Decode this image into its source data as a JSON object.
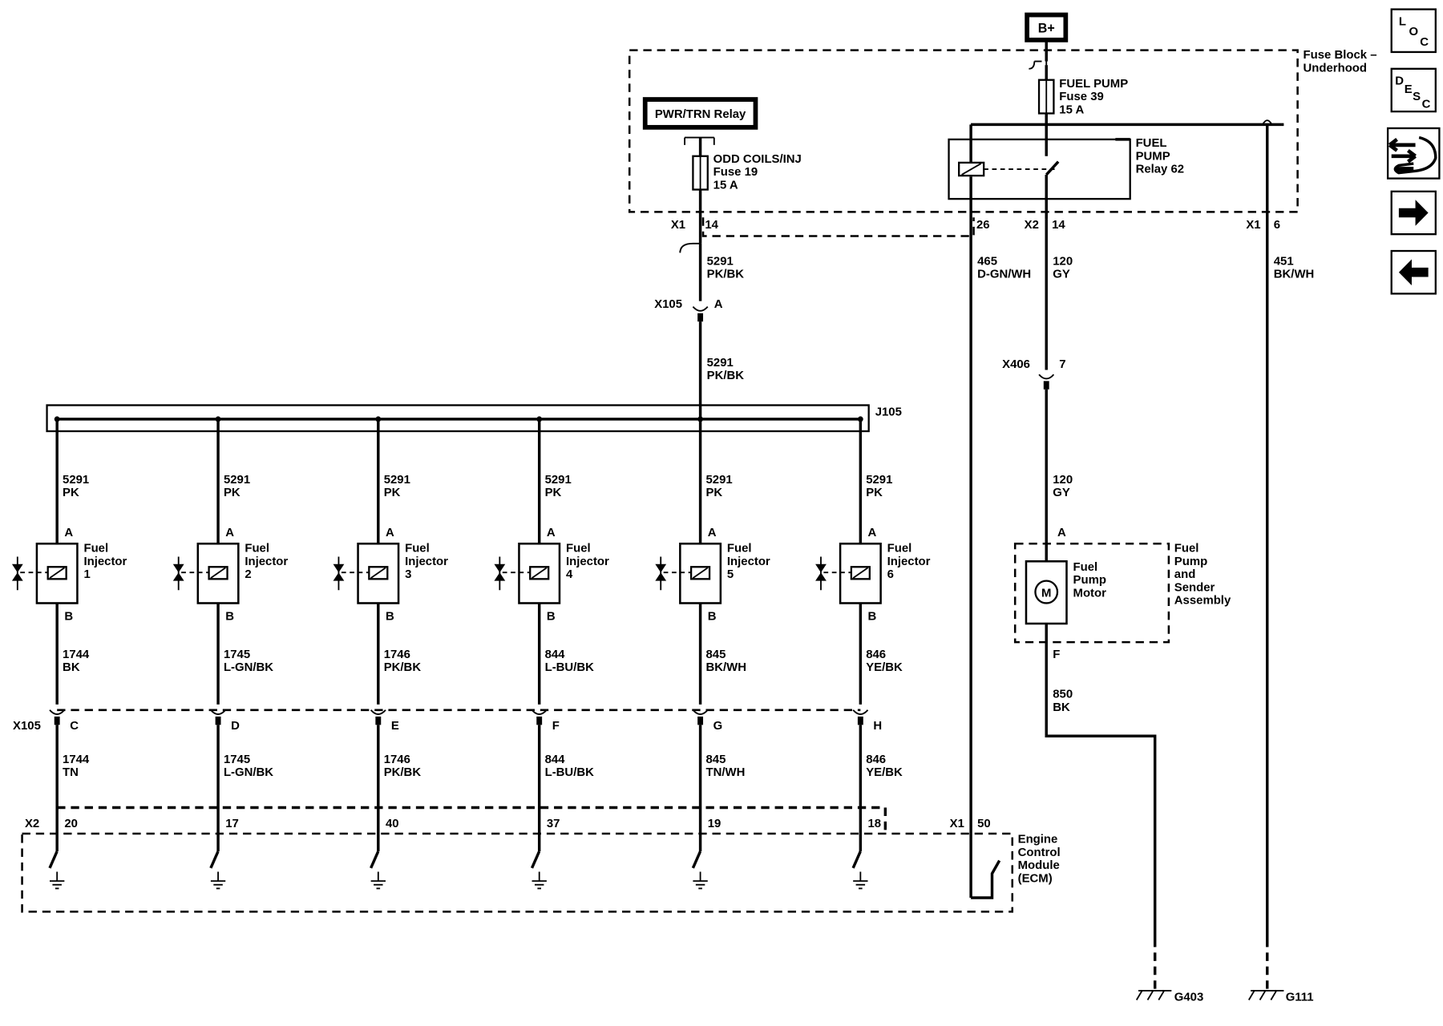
{
  "power": {
    "bplus": "B+"
  },
  "fuse_block": {
    "title_line1": "Fuse Block –",
    "title_line2": "Underhood"
  },
  "pwr_relay": {
    "label": "PWR/TRN Relay"
  },
  "fuse19": {
    "name": "ODD COILS/INJ",
    "number": "Fuse 19",
    "rating": "15 A"
  },
  "fuse39": {
    "name": "FUEL PUMP",
    "number": "Fuse 39",
    "rating": "15 A"
  },
  "relay62": {
    "line1": "FUEL",
    "line2": "PUMP",
    "line3": "Relay 62"
  },
  "fb_pins": {
    "x1_left": "X1",
    "pin14_left": "14",
    "pin26": "26",
    "x2": "X2",
    "pin14_right": "14",
    "x1_right": "X1",
    "pin6": "6"
  },
  "wires": {
    "w5291_top": {
      "circuit": "5291",
      "color": "PK/BK"
    },
    "w5291_mid": {
      "circuit": "5291",
      "color": "PK/BK"
    },
    "w465": {
      "circuit": "465",
      "color": "D-GN/WH"
    },
    "w120_top": {
      "circuit": "120",
      "color": "GY"
    },
    "w451": {
      "circuit": "451",
      "color": "BK/WH"
    },
    "w120_bot": {
      "circuit": "120",
      "color": "GY"
    },
    "w850": {
      "circuit": "850",
      "color": "BK"
    }
  },
  "connectors": {
    "x105_top": {
      "name": "X105",
      "pin": "A"
    },
    "x406": {
      "name": "X406",
      "pin": "7"
    },
    "x105_bottom": {
      "name": "X105"
    },
    "j105": "J105",
    "x2_ecm": "X2",
    "x1_ecm": {
      "name": "X1",
      "pin": "50"
    }
  },
  "injectors": [
    {
      "supply_circuit": "5291",
      "supply_color": "PK",
      "pin_a": "A",
      "pin_b": "B",
      "label1": "Fuel",
      "label2": "Injector",
      "label3": "1",
      "out_circuit": "1744",
      "out_color": "BK",
      "x105_pin": "C",
      "ecm_circuit": "1744",
      "ecm_color": "TN",
      "ecm_pin": "20"
    },
    {
      "supply_circuit": "5291",
      "supply_color": "PK",
      "pin_a": "A",
      "pin_b": "B",
      "label1": "Fuel",
      "label2": "Injector",
      "label3": "2",
      "out_circuit": "1745",
      "out_color": "L-GN/BK",
      "x105_pin": "D",
      "ecm_circuit": "1745",
      "ecm_color": "L-GN/BK",
      "ecm_pin": "17"
    },
    {
      "supply_circuit": "5291",
      "supply_color": "PK",
      "pin_a": "A",
      "pin_b": "B",
      "label1": "Fuel",
      "label2": "Injector",
      "label3": "3",
      "out_circuit": "1746",
      "out_color": "PK/BK",
      "x105_pin": "E",
      "ecm_circuit": "1746",
      "ecm_color": "PK/BK",
      "ecm_pin": "40"
    },
    {
      "supply_circuit": "5291",
      "supply_color": "PK",
      "pin_a": "A",
      "pin_b": "B",
      "label1": "Fuel",
      "label2": "Injector",
      "label3": "4",
      "out_circuit": "844",
      "out_color": "L-BU/BK",
      "x105_pin": "F",
      "ecm_circuit": "844",
      "ecm_color": "L-BU/BK",
      "ecm_pin": "37"
    },
    {
      "supply_circuit": "5291",
      "supply_color": "PK",
      "pin_a": "A",
      "pin_b": "B",
      "label1": "Fuel",
      "label2": "Injector",
      "label3": "5",
      "out_circuit": "845",
      "out_color": "BK/WH",
      "x105_pin": "G",
      "ecm_circuit": "845",
      "ecm_color": "TN/WH",
      "ecm_pin": "19"
    },
    {
      "supply_circuit": "5291",
      "supply_color": "PK",
      "pin_a": "A",
      "pin_b": "B",
      "label1": "Fuel",
      "label2": "Injector",
      "label3": "6",
      "out_circuit": "846",
      "out_color": "YE/BK",
      "x105_pin": "H",
      "ecm_circuit": "846",
      "ecm_color": "YE/BK",
      "ecm_pin": "18"
    }
  ],
  "pump": {
    "pin_a": "A",
    "pin_f": "F",
    "motor_symbol": "M",
    "motor_label": [
      "Fuel",
      "Pump",
      "Motor"
    ],
    "assembly_label": [
      "Fuel",
      "Pump",
      "and",
      "Sender",
      "Assembly"
    ]
  },
  "ecm": {
    "label": [
      "Engine",
      "Control",
      "Module",
      "(ECM)"
    ]
  },
  "grounds": {
    "g403": "G403",
    "g111": "G111"
  },
  "nav": {
    "loc": {
      "l": "L",
      "o": "O",
      "c": "C"
    },
    "desc": {
      "d": "D",
      "e": "E",
      "s": "S",
      "c": "C"
    },
    "connector_icon": "connector-wiring-icon",
    "next_icon": "arrow-right-icon",
    "prev_icon": "arrow-left-icon"
  }
}
